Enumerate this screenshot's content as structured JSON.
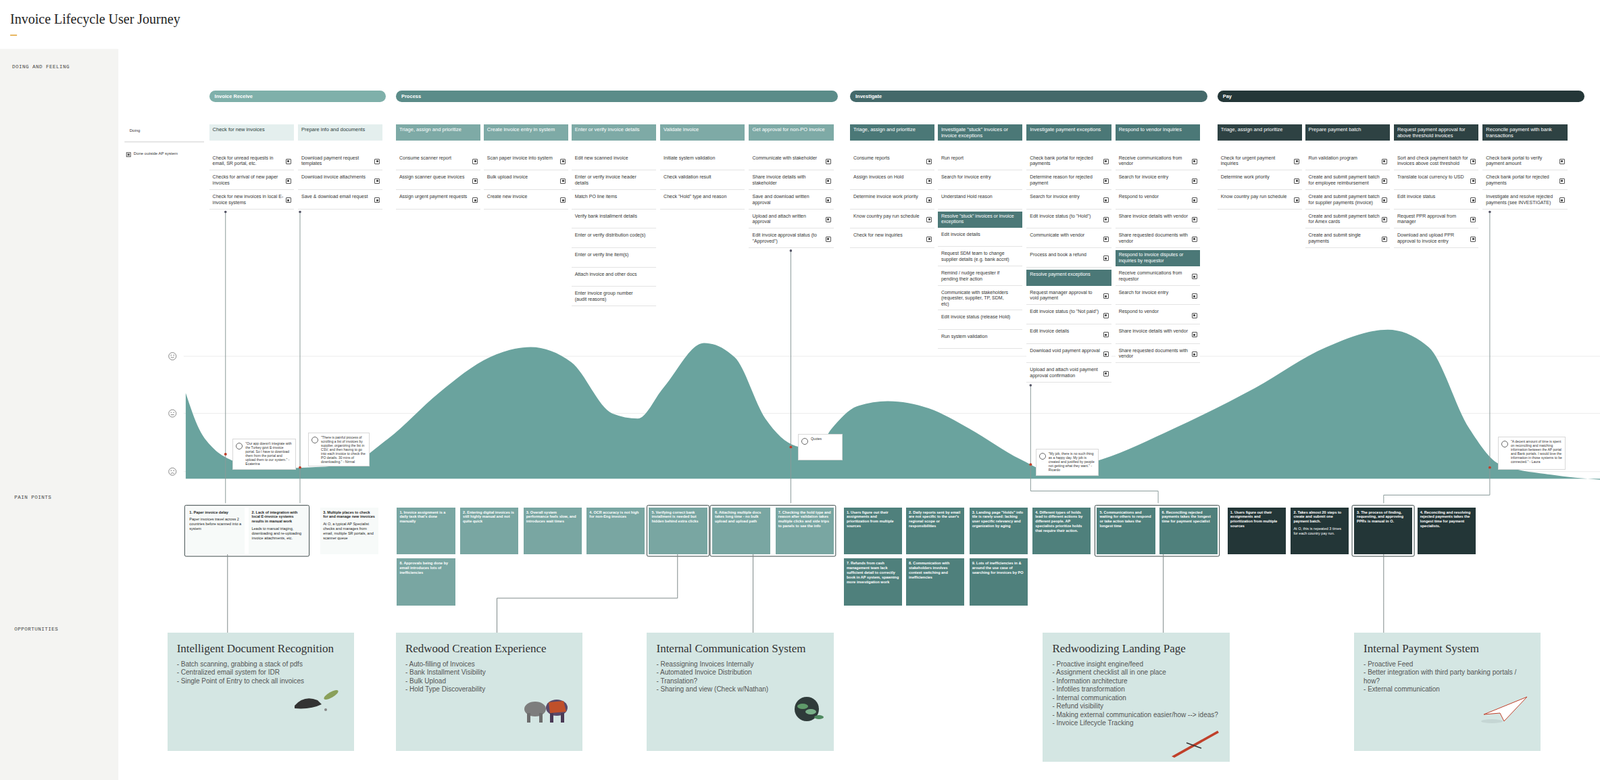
{
  "diagram": {
    "title": "Invoice Lifecycle User Journey",
    "nodes": [
      {
        "text": [
          "Invoice Receive"
        ]
      },
      {
        "text": [
          "Process"
        ]
      },
      {
        "text": [
          "Investigate"
        ]
      },
      {
        "text": [
          "Pay"
        ]
      },
      {
        "text": [
          "Check for new invoices"
        ]
      },
      {
        "text": [
          "Check for unread requests in email, SR portal, etc."
        ]
      },
      {
        "text": [
          "Checks for arrival of new paper invoices"
        ]
      },
      {
        "text": [
          "Check for new invoices in local E-invoice systems"
        ]
      },
      {
        "text": [
          "Prepare info and documents"
        ]
      },
      {
        "text": [
          "Download payment request templates"
        ]
      },
      {
        "text": [
          "Download invoice attachments"
        ]
      },
      {
        "text": [
          "Save & download email request"
        ]
      },
      {
        "text": [
          "Triage, assign and prioritize"
        ]
      },
      {
        "text": [
          "Consume scanner report"
        ]
      },
      {
        "text": [
          "Assign scanner queue invoices"
        ]
      },
      {
        "text": [
          "Assign urgent payment requests"
        ]
      },
      {
        "text": [
          "Create invoice entry in system"
        ]
      },
      {
        "text": [
          "Scan paper invoice into system"
        ]
      },
      {
        "text": [
          "Bulk upload invoice"
        ]
      },
      {
        "text": [
          "Create new invoice"
        ]
      },
      {
        "text": [
          "Enter or verify invoice details"
        ]
      },
      {
        "text": [
          "Edit new scanned invoice"
        ]
      },
      {
        "text": [
          "Enter or verify invoice header details"
        ]
      },
      {
        "text": [
          "Match PO line items"
        ]
      },
      {
        "text": [
          "Verify bank installment details"
        ]
      },
      {
        "text": [
          "Enter or verify distribution code(s)"
        ]
      },
      {
        "text": [
          "Enter or verify line item(s)"
        ]
      },
      {
        "text": [
          "Attach invoice and other docs"
        ]
      },
      {
        "text": [
          "Enter invoice group number (audit reasons)"
        ]
      },
      {
        "text": [
          "Validate invoice"
        ]
      },
      {
        "text": [
          "Initiate system validation"
        ]
      },
      {
        "text": [
          "Check validation result"
        ]
      },
      {
        "text": [
          "Check \"Hold\" type and reason"
        ]
      },
      {
        "text": [
          "Get approval for non-PO invoice"
        ]
      },
      {
        "text": [
          "Communicate with stakeholder"
        ]
      },
      {
        "text": [
          "Share invoice details with stakeholder"
        ]
      },
      {
        "text": [
          "Save and download written approval"
        ]
      },
      {
        "text": [
          "Upload and attach written approval"
        ]
      },
      {
        "text": [
          "Edit invoice approval status (to \"Approved\")"
        ]
      },
      {
        "text": [
          "Triage, assign and prioritize"
        ]
      },
      {
        "text": [
          "Consume reports"
        ]
      },
      {
        "text": [
          "Assign invoices on Hold"
        ]
      },
      {
        "text": [
          "Determine invoice work priority"
        ]
      },
      {
        "text": [
          "Know country pay run schedule"
        ]
      },
      {
        "text": [
          "Check for new inquiries"
        ]
      },
      {
        "text": [
          "Investigate \"stuck\" invoices or invoice exceptions"
        ]
      },
      {
        "text": [
          "Run report"
        ]
      },
      {
        "text": [
          "Search for invoice entry"
        ]
      },
      {
        "text": [
          "Understand Hold reason"
        ]
      },
      {
        "text": [
          "Resolve \"stuck\" invoices or invoice exceptions"
        ]
      },
      {
        "text": [
          "Edit invoice details"
        ]
      },
      {
        "text": [
          "Request SDM team to change supplier details (e.g. bank accnt)"
        ]
      },
      {
        "text": [
          "Remind / nudge requester if pending their action"
        ]
      },
      {
        "text": [
          "Communicate with stakeholders (requester, supplier, TP, SDM, etc)"
        ]
      },
      {
        "text": [
          "Edit invoice status (release Hold)"
        ]
      },
      {
        "text": [
          "Run system validation"
        ]
      },
      {
        "text": [
          "Investigate payment exceptions"
        ]
      },
      {
        "text": [
          "Check bank portal for rejected payments"
        ]
      },
      {
        "text": [
          "Determine reason for rejected payment"
        ]
      },
      {
        "text": [
          "Search for invoice entry"
        ]
      },
      {
        "text": [
          "Edit invoice status (to \"Hold\")"
        ]
      },
      {
        "text": [
          "Communicate with vendor"
        ]
      },
      {
        "text": [
          "Process and book a refund"
        ]
      },
      {
        "text": [
          "Resolve payment exceptions"
        ]
      },
      {
        "text": [
          "Request manager approval to void payment"
        ]
      },
      {
        "text": [
          "Edit invoice status (to \"Not paid\")"
        ]
      },
      {
        "text": [
          "Edit invoice details"
        ]
      },
      {
        "text": [
          "Download void payment approval"
        ]
      },
      {
        "text": [
          "Upload and attach void payment approval confirmation"
        ]
      },
      {
        "text": [
          "Respond to vendor inquiries"
        ]
      },
      {
        "text": [
          "Receive communications from vendor"
        ]
      },
      {
        "text": [
          "Search for invoice entry"
        ]
      },
      {
        "text": [
          "Respond to vendor"
        ]
      },
      {
        "text": [
          "Share invoice details with vendor"
        ]
      },
      {
        "text": [
          "Share requested documents with vendor"
        ]
      },
      {
        "text": [
          "Respond to invoice disputes or inquiries by requestor"
        ]
      },
      {
        "text": [
          "Receive communications from requestor"
        ]
      },
      {
        "text": [
          "Search for invoice entry"
        ]
      },
      {
        "text": [
          "Respond to vendor"
        ]
      },
      {
        "text": [
          "Share invoice details with vendor"
        ]
      },
      {
        "text": [
          "Share requested documents with vendor"
        ]
      },
      {
        "text": [
          "Triage, assign and prioritize"
        ]
      },
      {
        "text": [
          "Check for urgent payment inquiries"
        ]
      },
      {
        "text": [
          "Determine work priority"
        ]
      },
      {
        "text": [
          "Know country pay run schedule"
        ]
      },
      {
        "text": [
          "Prepare payment batch"
        ]
      },
      {
        "text": [
          "Run validation program"
        ]
      },
      {
        "text": [
          "Create and submit payment batch for employee reimbursement"
        ]
      },
      {
        "text": [
          "Create and submit payment batch for supplier payments (invoice)"
        ]
      },
      {
        "text": [
          "Create and submit payment batch for Amex cards"
        ]
      },
      {
        "text": [
          "Create and submit single payments"
        ]
      },
      {
        "text": [
          "Request payment approval for above threshold invoices"
        ]
      },
      {
        "text": [
          "Sort and check payment batch for invoices above cost threshold"
        ]
      },
      {
        "text": [
          "Translate local currency to USD"
        ]
      },
      {
        "text": [
          "Edit invoice status"
        ]
      },
      {
        "text": [
          "Request PPR approval from manager"
        ]
      },
      {
        "text": [
          "Download and upload PPR approval to invoice entry"
        ]
      },
      {
        "text": [
          "Reconcile payment with bank transactions"
        ]
      },
      {
        "text": [
          "Check bank portal to verify payment amount"
        ]
      },
      {
        "text": [
          "Check bank portal for rejected payments"
        ]
      },
      {
        "text": [
          "Investigate and resolve rejected payments (see INVESTIGATE)"
        ]
      },
      {
        "text": [
          "\"Our app doesn't integrate with the Turkey govt E-invoice portal. So I have to download them from the portal and upload them to our system.\" - Ecaterina"
        ]
      },
      {
        "text": [
          "\"There is painful process of scrolling a list of invoices by supplier, organizing the list in CSV, and then having to go into each invoice to check the PO details. 30 mins of downloading.\" - Nirmal"
        ]
      },
      {
        "text": [
          "Quotes"
        ]
      },
      {
        "text": [
          "\"My job, there is no such thing as a happy day. My job is created and justified by people not getting what they want.\" - Ricardo"
        ]
      },
      {
        "text": [
          "\"A decent amount of time is spent on reconciling and matching information between the AP portal and Bank portals. I would love the information in those systems to be connected.\" - Laura"
        ]
      },
      {
        "text": [
          "1. Paper invoice delay",
          "Paper invoices travel across 2 countries before scanned into a system"
        ]
      },
      {
        "text": [
          "2. Lack of integration with local E-invoice systems results in manual work",
          "Leads to manual triaging, downloading and re-uploading invoice attachments, etc."
        ]
      },
      {
        "text": [
          "3. Multiple places to check for and manage new invoices",
          "At O, a typical AP Specialist checks and manages from email, multiple SR portals, and scanner queue"
        ]
      },
      {
        "text": [
          "1. Invoice assignment is a daily task that's done manually"
        ]
      },
      {
        "text": [
          "2. Entering digital invoices is still highly manual and not quite quick"
        ]
      },
      {
        "text": [
          "3. Overall system performance feels slow, and introduces wait times"
        ]
      },
      {
        "text": [
          "4. OCR accuracy is not high for non-Eng invoices"
        ]
      },
      {
        "text": [
          "5. Verifying correct bank installment is needed but hidden behind extra clicks"
        ]
      },
      {
        "text": [
          "6. Attaching multiple docs takes long time - no bulk upload and upload path"
        ]
      },
      {
        "text": [
          "7. Checking the hold type and reason after validation takes multiple clicks and side trips to panels to see the info"
        ]
      },
      {
        "text": [
          "8. Approvals being done by email introduces lots of inefficiencies"
        ]
      },
      {
        "text": [
          "1. Users figure out their assignments and prioritization from multiple sources"
        ]
      },
      {
        "text": [
          "2. Daily reports sent by email are not specific to the user's regional scope or responsibilities"
        ]
      },
      {
        "text": [
          "3. Landing page \"Holds\" info tile is rarely used: lacking user specific relevancy and organization by aging"
        ]
      },
      {
        "text": [
          "4. Different types of holds lead to different actions by different people. AP specialists prioritize holds that require their action."
        ]
      },
      {
        "text": [
          "5. Communications and waiting for others to respond or take action takes the longest time"
        ]
      },
      {
        "text": [
          "6. Reconciling rejected payments takes the longest time for payment specialist"
        ]
      },
      {
        "text": [
          "7. Refunds from cash management team lack sufficient detail to correctly book in AP system, spawning more investigation work"
        ]
      },
      {
        "text": [
          "8. Communication with stakeholders involves context switching and inefficiencies"
        ]
      },
      {
        "text": [
          "9. Lots of inefficiencies in & around the use case of searching for invoices by PO"
        ]
      },
      {
        "text": [
          "1. Users figure out their assignments and prioritization from multiple sources"
        ]
      },
      {
        "text": [
          "2. Takes almost 20 steps to create and submit one payment batch.",
          "At O, this is repeated 3 times for each country pay run."
        ]
      },
      {
        "text": [
          "3. The process of finding, requesting, and approving PPRs is manual in O."
        ]
      },
      {
        "text": [
          "4. Reconciling and resolving rejected payments takes the longest time for payment specialists."
        ]
      },
      {
        "text": [
          "Intelligent Document Recognition",
          "- Batch scanning, grabbing a stack of pdfs",
          "- Centralized email system for IDR",
          "- Single Point of Entry to check all invoices"
        ]
      },
      {
        "text": [
          "Redwood Creation Experience",
          "- Auto-filling of Invoices",
          "- Bank Installment Visibility",
          "- Bulk Upload",
          "- Hold Type Discoverability"
        ]
      },
      {
        "text": [
          "Internal Communication System",
          "- Reassigning Invoices Internally",
          "- Automated Invoice Distribution",
          "- Translation?",
          "- Sharing and view (Check w/Nathan)"
        ]
      },
      {
        "text": [
          "Redwoodizing Landing Page",
          "- Proactive insight engine/feed",
          "- Assignment checklist all in one place",
          "- Information architecture",
          "- Infotiles transformation",
          "- Internal communication",
          "- Refund visibility",
          "- Making external communication easier/how --> ideas?",
          "- Invoice Lifecycle Tracking"
        ]
      },
      {
        "text": [
          "Internal Payment System",
          "- Proactive Feed",
          "- Better integration with third party banking portals / how?",
          "- External communication"
        ]
      }
    ],
    "edges": [
      {
        "from": 106,
        "to": 130,
        "arrow": "none"
      },
      {
        "from": 113,
        "to": 131,
        "arrow": "none"
      },
      {
        "from": 114,
        "to": 132,
        "arrow": "none"
      },
      {
        "from": 122,
        "to": 133,
        "arrow": "none"
      },
      {
        "from": 128,
        "to": 134,
        "arrow": "none"
      }
    ],
    "labels": [
      "DOING AND FEELING",
      "Doing",
      "Done outside AP system",
      "PAIN POINTS",
      "OPPORTUNITIES"
    ]
  }
}
